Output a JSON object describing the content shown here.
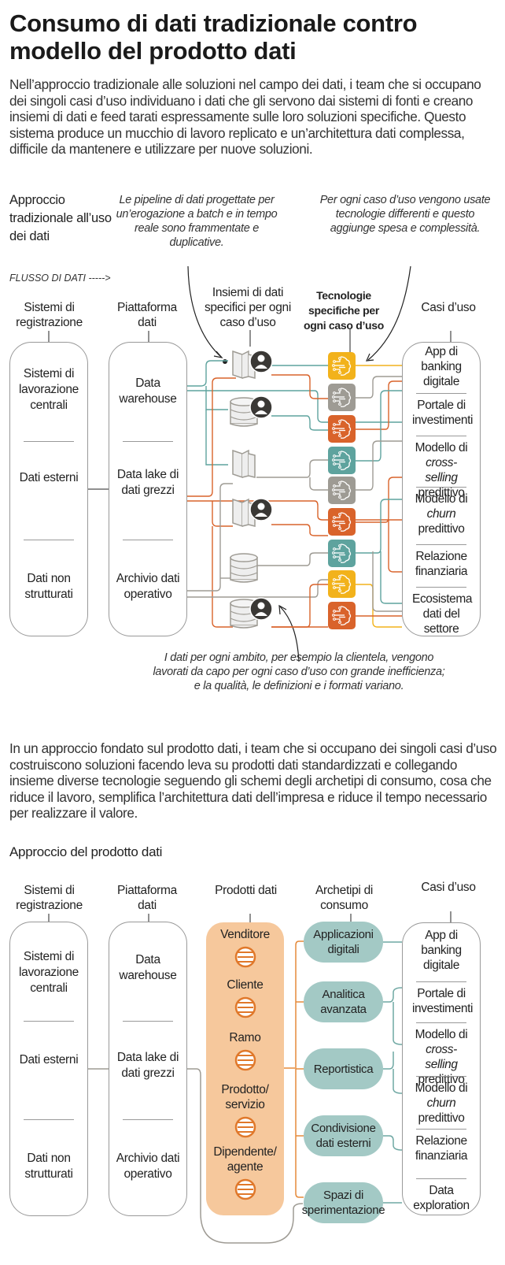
{
  "title": "Consumo di dati tradizionale contro modello del prodotto dati",
  "intro": "Nell’approccio tradizionale alle soluzioni nel campo dei dati, i team che si occupano dei singoli casi d’uso individuano i dati che gli servono dai sistemi di fonti e creano insiemi di dati e feed tarati espressamente sulle loro soluzioni specifiche. Questo sistema produce un mucchio di lavoro replicato e un’architettura dati complessa, difficile da mantenere e utilizzare per nuove soluzioni.",
  "traditional": {
    "label": "Approccio tradizionale all’uso dei dati",
    "flow_label": "FLUSSO DI DATI ----->",
    "annotations": {
      "pipelines": "Le pipeline di dati progettate per un’erogazione a batch e in tempo reale sono frammentate e duplicative.",
      "technologies": "Per ogni caso d’uso vengono usate tecnologie differenti e questo aggiunge spesa e complessità.",
      "domains": "I dati per ogni ambito, per esempio la clientela, vengono lavorati da capo per ogni caso d’uso con grande inefficienza; e la qualità, le definizioni e i formati variano."
    },
    "columns": {
      "systems": "Sistemi di registrazione",
      "platform": "Piattaforma dati",
      "datasets": "Insiemi di dati specifici per ogni caso d’uso",
      "tech": "Tecnologie specifiche per ogni caso d’uso",
      "usecases": "Casi d’uso"
    },
    "systems": [
      "Sistemi di lavorazione centrali",
      "Dati esterni",
      "Dati non strutturati"
    ],
    "platform": [
      "Data warehouse",
      "Data lake di dati grezzi",
      "Archivio dati operativo"
    ],
    "datasets": [
      {
        "icon": "document-stack-icon",
        "user": true
      },
      {
        "icon": "database-icon",
        "user": true
      },
      {
        "icon": "document-stack-icon",
        "user": false
      },
      {
        "icon": "document-stack-icon",
        "user": true
      },
      {
        "icon": "database-icon",
        "user": false
      },
      {
        "icon": "database-icon",
        "user": true
      }
    ],
    "tech_colors": [
      "#f2b21b",
      "#9e9b94",
      "#d9632b",
      "#5ea39e",
      "#9e9b94",
      "#d9632b",
      "#5ea39e",
      "#f2b21b",
      "#d9632b"
    ],
    "usecases": [
      {
        "pre": "App di banking digitale",
        "it": "",
        "post": ""
      },
      {
        "pre": "Portale di investimenti",
        "it": "",
        "post": ""
      },
      {
        "pre": "Modello di",
        "it": "cross-selling",
        "post": "predittivo"
      },
      {
        "pre": "Modello di",
        "it": "churn",
        "post": "predittivo"
      },
      {
        "pre": "Relazione finanziaria",
        "it": "",
        "post": ""
      },
      {
        "pre": "Ecosistema dati del settore",
        "it": "",
        "post": ""
      }
    ]
  },
  "outro": "In un approccio fondato sul prodotto dati, i team che si occupano dei singoli casi d’uso costruiscono soluzioni facendo leva su prodotti dati standardizzati e collegando insieme diverse tecnologie seguendo gli schemi degli archetipi di consumo, cosa che riduce il lavoro, semplifica l’architettura dati dell’impresa e riduce il tempo necessario per realizzare il valore.",
  "product": {
    "label": "Approccio del prodotto dati",
    "columns": {
      "systems": "Sistemi di registrazione",
      "platform": "Piattaforma dati",
      "products": "Prodotti dati",
      "archetypes": "Archetipi di consumo",
      "usecases": "Casi d’uso"
    },
    "systems": [
      "Sistemi di lavorazione centrali",
      "Dati esterni",
      "Dati non strutturati"
    ],
    "platform": [
      "Data warehouse",
      "Data lake di dati grezzi",
      "Archivio dati operativo"
    ],
    "products": [
      "Venditore",
      "Cliente",
      "Ramo",
      "Prodotto/ servizio",
      "Dipendente/ agente"
    ],
    "archetypes": [
      "Applicazioni digitali",
      "Analitica avanzata",
      "Reportistica",
      "Condivisione dati esterni",
      "Spazi di sperimentazione"
    ],
    "usecases": [
      {
        "pre": "App di banking digitale",
        "it": "",
        "post": ""
      },
      {
        "pre": "Portale di investimenti",
        "it": "",
        "post": ""
      },
      {
        "pre": "Modello di",
        "it": "cross-selling",
        "post": "predittivo"
      },
      {
        "pre": "Modello di",
        "it": "churn",
        "post": "predittivo"
      },
      {
        "pre": "Relazione finanziaria",
        "it": "",
        "post": ""
      },
      {
        "pre": "Data exploration",
        "it": "",
        "post": ""
      }
    ]
  },
  "colors": {
    "teal": "#5ea39e",
    "orange": "#d9632b",
    "gray": "#9e9b94",
    "yellow": "#f2b21b",
    "product_fill": "#f6c89c",
    "archetype_fill": "#a3c9c5"
  }
}
